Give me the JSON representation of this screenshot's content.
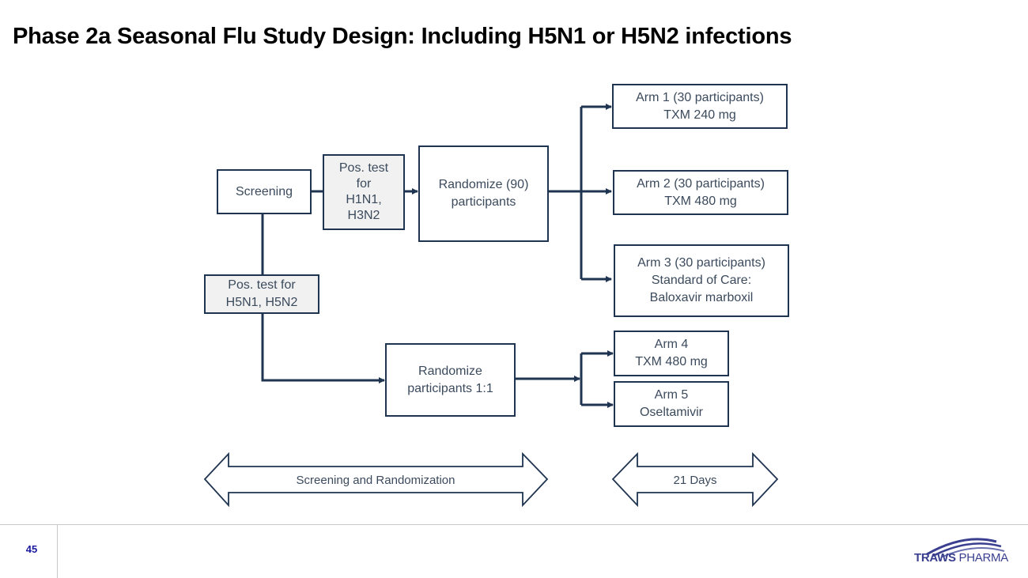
{
  "slide": {
    "title": "Phase 2a Seasonal Flu Study Design: Including H5N1 or H5N2 infections",
    "page_number": "45"
  },
  "colors": {
    "line": "#1f3450",
    "box_text": "#3b4a5c",
    "test_box_fill": "#f1f1f1",
    "page_number": "#1a1aa0",
    "logo": "#3a3f8f"
  },
  "nodes": {
    "screening": "Screening",
    "test_seasonal": "Pos. test\nfor\nH1N1,\nH3N2",
    "randomize_90": "Randomize (90)\nparticipants",
    "arm1": "Arm 1 (30 participants)\nTXM 240 mg",
    "arm2": "Arm 2 (30 participants)\nTXM 480 mg",
    "arm3": "Arm 3 (30 participants)\nStandard of Care:\nBaloxavir marboxil",
    "test_avian": "Pos. test for\nH5N1, H5N2",
    "randomize_1to1": "Randomize\nparticipants 1:1",
    "arm4": "Arm 4\nTXM 480 mg",
    "arm5": "Arm 5\nOseltamivir"
  },
  "edges": [
    {
      "from": "screening",
      "to": "test_seasonal"
    },
    {
      "from": "test_seasonal",
      "to": "randomize_90"
    },
    {
      "from": "randomize_90",
      "to": "arm1"
    },
    {
      "from": "randomize_90",
      "to": "arm2"
    },
    {
      "from": "randomize_90",
      "to": "arm3"
    },
    {
      "from": "screening",
      "to": "test_avian"
    },
    {
      "from": "test_avian",
      "to": "randomize_1to1"
    },
    {
      "from": "randomize_1to1",
      "to": "arm4"
    },
    {
      "from": "randomize_1to1",
      "to": "arm5"
    }
  ],
  "phases": {
    "screening_phase": "Screening and Randomization",
    "treatment_phase": "21 Days"
  },
  "logo": {
    "part1": "TRAWS",
    "part2": " PHARMA"
  }
}
